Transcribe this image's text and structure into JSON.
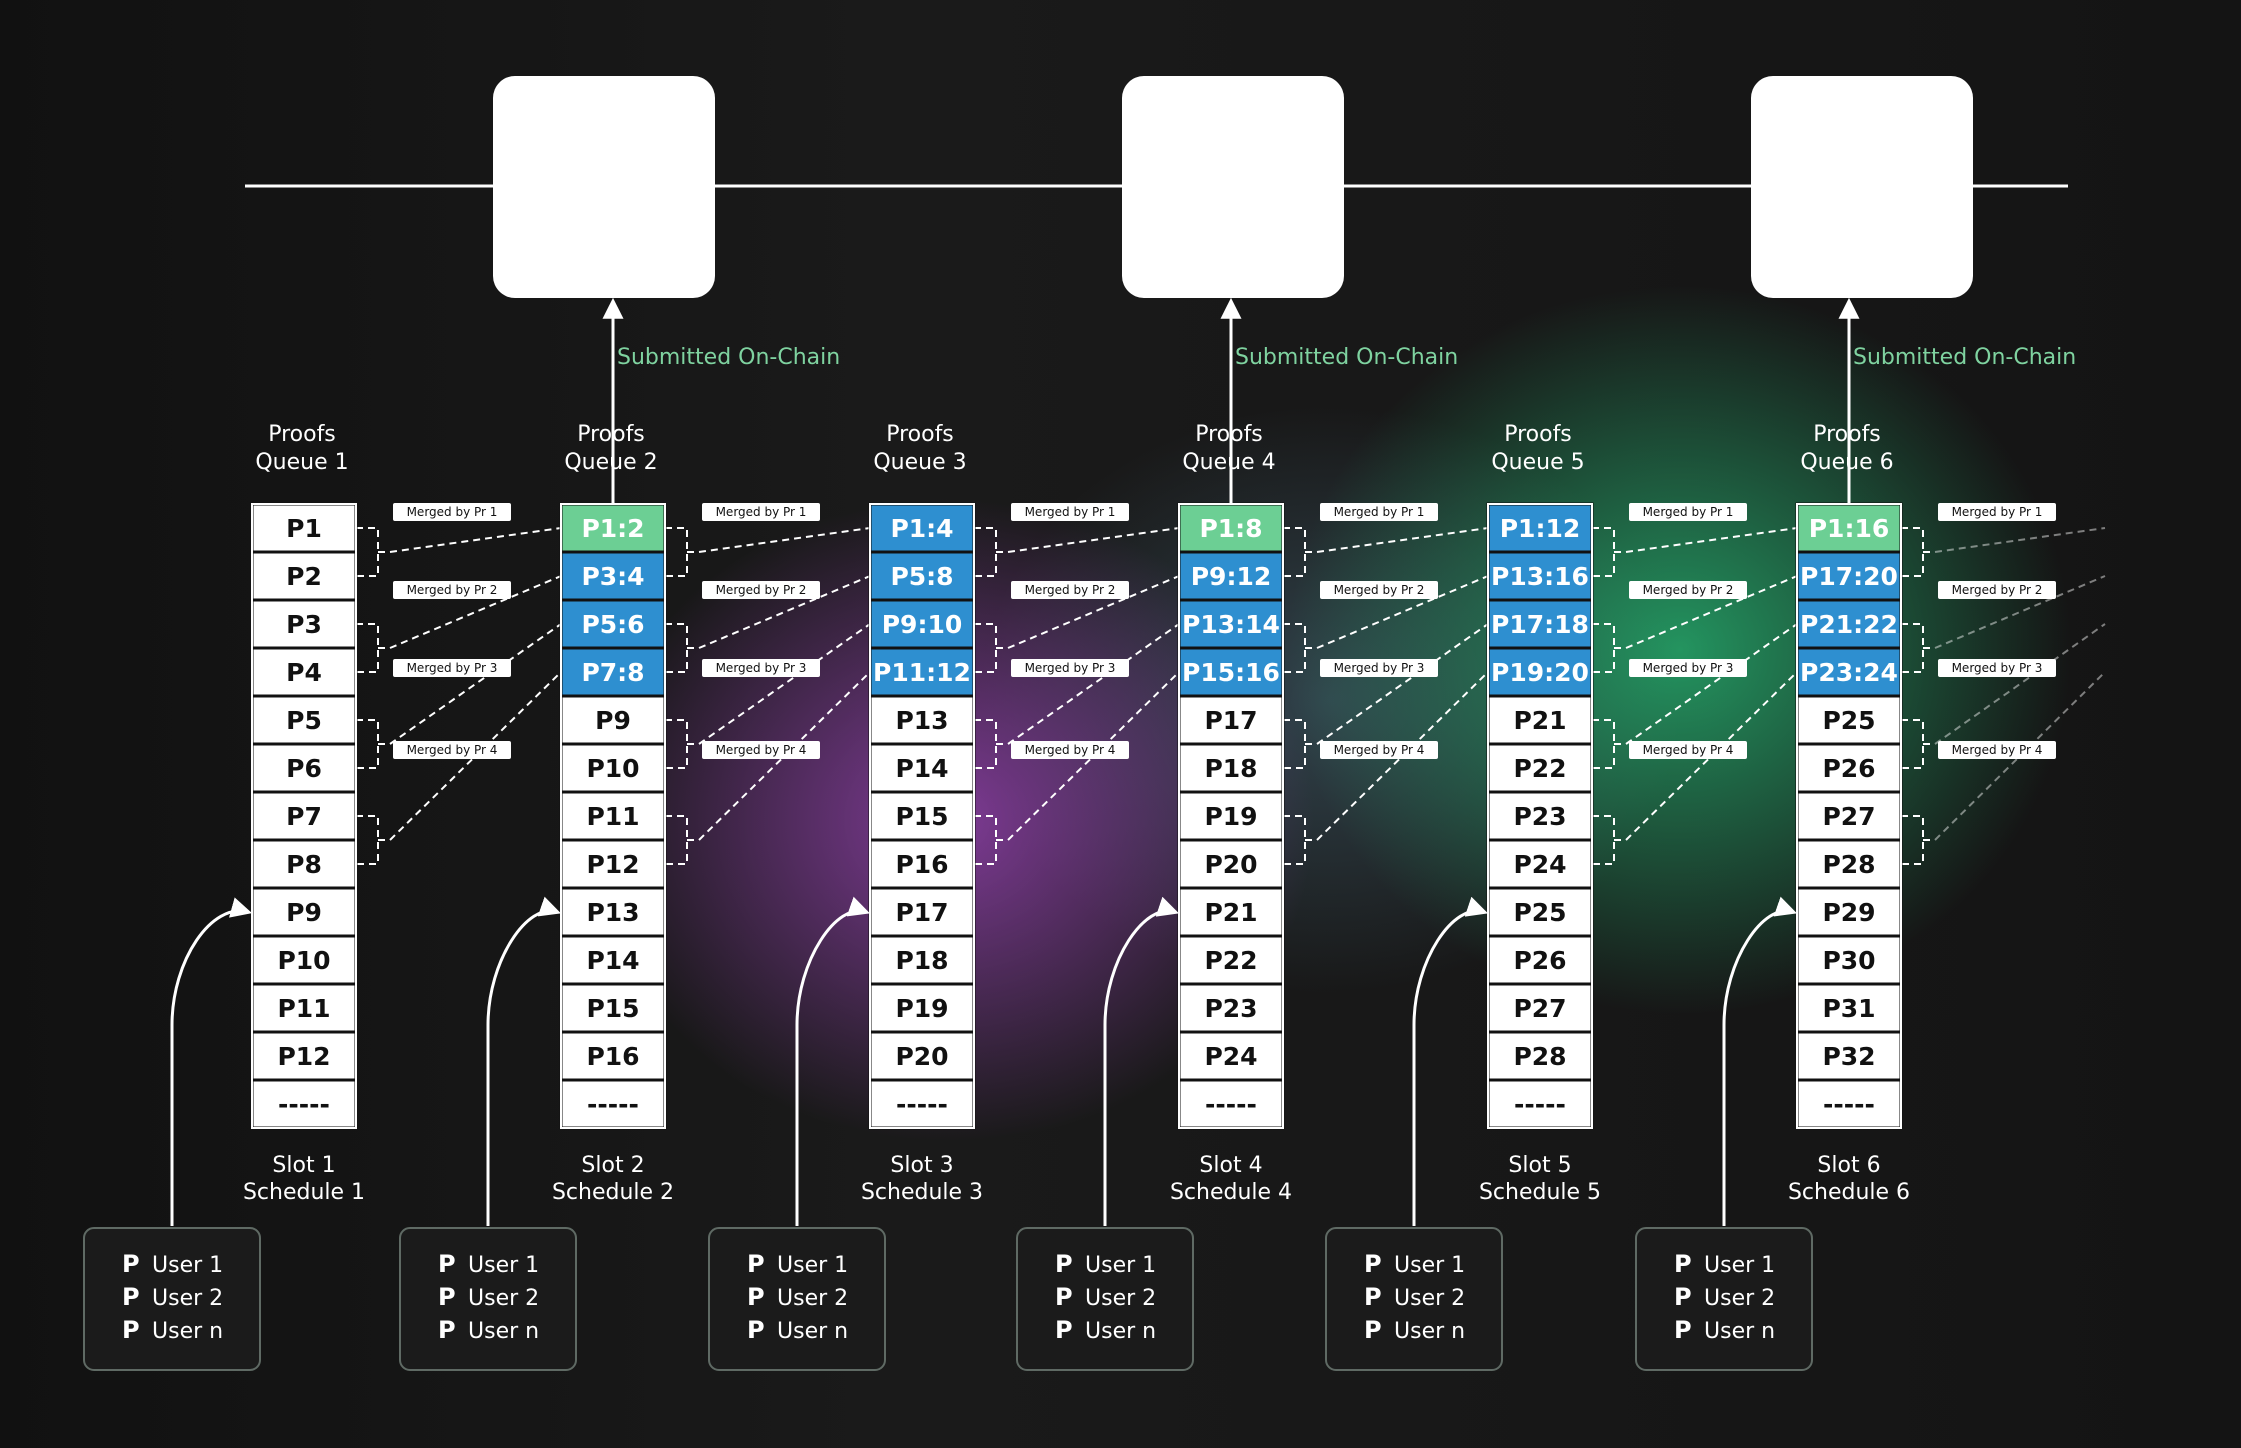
{
  "colors": {
    "proof_white": "#ffffff",
    "proof_blue": "#2e8fd0",
    "proof_green": "#6ccf94",
    "submitted_text": "#7fd3a0",
    "block": "#ffffff",
    "user_box": "#1b1b1b"
  },
  "submitted_label": "Submitted On-Chain",
  "queues": [
    {
      "header": [
        "Proofs",
        "Queue 1"
      ],
      "footer": [
        "Slot 1",
        "Schedule 1"
      ],
      "cells": [
        {
          "label": "P1",
          "state": "white"
        },
        {
          "label": "P2",
          "state": "white"
        },
        {
          "label": "P3",
          "state": "white"
        },
        {
          "label": "P4",
          "state": "white"
        },
        {
          "label": "P5",
          "state": "white"
        },
        {
          "label": "P6",
          "state": "white"
        },
        {
          "label": "P7",
          "state": "white"
        },
        {
          "label": "P8",
          "state": "white"
        },
        {
          "label": "P9",
          "state": "white"
        },
        {
          "label": "P10",
          "state": "white"
        },
        {
          "label": "P11",
          "state": "white"
        },
        {
          "label": "P12",
          "state": "white"
        },
        {
          "label": "-----",
          "state": "white"
        }
      ],
      "submitted": false,
      "users": [
        "User 1",
        "User 2",
        "User n"
      ]
    },
    {
      "header": [
        "Proofs",
        "Queue 2"
      ],
      "footer": [
        "Slot 2",
        "Schedule 2"
      ],
      "cells": [
        {
          "label": "P1:2",
          "state": "green"
        },
        {
          "label": "P3:4",
          "state": "blue"
        },
        {
          "label": "P5:6",
          "state": "blue"
        },
        {
          "label": "P7:8",
          "state": "blue"
        },
        {
          "label": "P9",
          "state": "white"
        },
        {
          "label": "P10",
          "state": "white"
        },
        {
          "label": "P11",
          "state": "white"
        },
        {
          "label": "P12",
          "state": "white"
        },
        {
          "label": "P13",
          "state": "white"
        },
        {
          "label": "P14",
          "state": "white"
        },
        {
          "label": "P15",
          "state": "white"
        },
        {
          "label": "P16",
          "state": "white"
        },
        {
          "label": "-----",
          "state": "white"
        }
      ],
      "submitted": true,
      "users": [
        "User 1",
        "User 2",
        "User n"
      ]
    },
    {
      "header": [
        "Proofs",
        "Queue 3"
      ],
      "footer": [
        "Slot 3",
        "Schedule 3"
      ],
      "cells": [
        {
          "label": "P1:4",
          "state": "blue"
        },
        {
          "label": "P5:8",
          "state": "blue"
        },
        {
          "label": "P9:10",
          "state": "blue"
        },
        {
          "label": "P11:12",
          "state": "blue"
        },
        {
          "label": "P13",
          "state": "white"
        },
        {
          "label": "P14",
          "state": "white"
        },
        {
          "label": "P15",
          "state": "white"
        },
        {
          "label": "P16",
          "state": "white"
        },
        {
          "label": "P17",
          "state": "white"
        },
        {
          "label": "P18",
          "state": "white"
        },
        {
          "label": "P19",
          "state": "white"
        },
        {
          "label": "P20",
          "state": "white"
        },
        {
          "label": "-----",
          "state": "white"
        }
      ],
      "submitted": false,
      "users": [
        "User 1",
        "User 2",
        "User n"
      ]
    },
    {
      "header": [
        "Proofs",
        "Queue 4"
      ],
      "footer": [
        "Slot 4",
        "Schedule 4"
      ],
      "cells": [
        {
          "label": "P1:8",
          "state": "green"
        },
        {
          "label": "P9:12",
          "state": "blue"
        },
        {
          "label": "P13:14",
          "state": "blue"
        },
        {
          "label": "P15:16",
          "state": "blue"
        },
        {
          "label": "P17",
          "state": "white"
        },
        {
          "label": "P18",
          "state": "white"
        },
        {
          "label": "P19",
          "state": "white"
        },
        {
          "label": "P20",
          "state": "white"
        },
        {
          "label": "P21",
          "state": "white"
        },
        {
          "label": "P22",
          "state": "white"
        },
        {
          "label": "P23",
          "state": "white"
        },
        {
          "label": "P24",
          "state": "white"
        },
        {
          "label": "-----",
          "state": "white"
        }
      ],
      "submitted": true,
      "users": [
        "User 1",
        "User 2",
        "User n"
      ]
    },
    {
      "header": [
        "Proofs",
        "Queue 5"
      ],
      "footer": [
        "Slot 5",
        "Schedule 5"
      ],
      "cells": [
        {
          "label": "P1:12",
          "state": "blue"
        },
        {
          "label": "P13:16",
          "state": "blue"
        },
        {
          "label": "P17:18",
          "state": "blue"
        },
        {
          "label": "P19:20",
          "state": "blue"
        },
        {
          "label": "P21",
          "state": "white"
        },
        {
          "label": "P22",
          "state": "white"
        },
        {
          "label": "P23",
          "state": "white"
        },
        {
          "label": "P24",
          "state": "white"
        },
        {
          "label": "P25",
          "state": "white"
        },
        {
          "label": "P26",
          "state": "white"
        },
        {
          "label": "P27",
          "state": "white"
        },
        {
          "label": "P28",
          "state": "white"
        },
        {
          "label": "-----",
          "state": "white"
        }
      ],
      "submitted": false,
      "users": [
        "User 1",
        "User 2",
        "User n"
      ]
    },
    {
      "header": [
        "Proofs",
        "Queue 6"
      ],
      "footer": [
        "Slot 6",
        "Schedule 6"
      ],
      "cells": [
        {
          "label": "P1:16",
          "state": "green"
        },
        {
          "label": "P17:20",
          "state": "blue"
        },
        {
          "label": "P21:22",
          "state": "blue"
        },
        {
          "label": "P23:24",
          "state": "blue"
        },
        {
          "label": "P25",
          "state": "white"
        },
        {
          "label": "P26",
          "state": "white"
        },
        {
          "label": "P27",
          "state": "white"
        },
        {
          "label": "P28",
          "state": "white"
        },
        {
          "label": "P29",
          "state": "white"
        },
        {
          "label": "P30",
          "state": "white"
        },
        {
          "label": "P31",
          "state": "white"
        },
        {
          "label": "P32",
          "state": "white"
        },
        {
          "label": "-----",
          "state": "white"
        }
      ],
      "submitted": true,
      "users": [
        "User 1",
        "User 2",
        "User n"
      ]
    }
  ],
  "merge_labels": [
    "Merged by Pr 1",
    "Merged by Pr 2",
    "Merged by Pr 3",
    "Merged by Pr 4"
  ],
  "user_prefix": "P"
}
